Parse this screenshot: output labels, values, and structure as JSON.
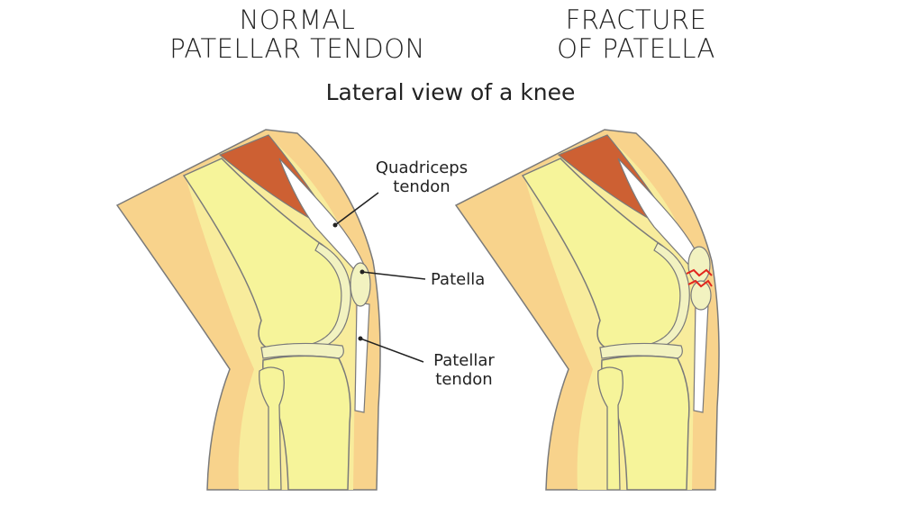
{
  "headings": {
    "left": [
      "NORMAL",
      "PATELLAR TENDON"
    ],
    "right": [
      "FRACTURE",
      "OF PATELLA"
    ]
  },
  "subtitle": "Lateral view of a knee",
  "labels": {
    "quadriceps_tendon": [
      "Quadriceps",
      "tendon"
    ],
    "patella": "Patella",
    "patellar_tendon": [
      "Patellar",
      "tendon"
    ]
  },
  "colors": {
    "skin": "#f8d38c",
    "bone": "#f6f49a",
    "cartilage": "#f2f2c0",
    "muscle": "#cd6033",
    "tendon": "#ffffff",
    "fracture": "#e2251d",
    "outline": "#6b6b6b"
  }
}
